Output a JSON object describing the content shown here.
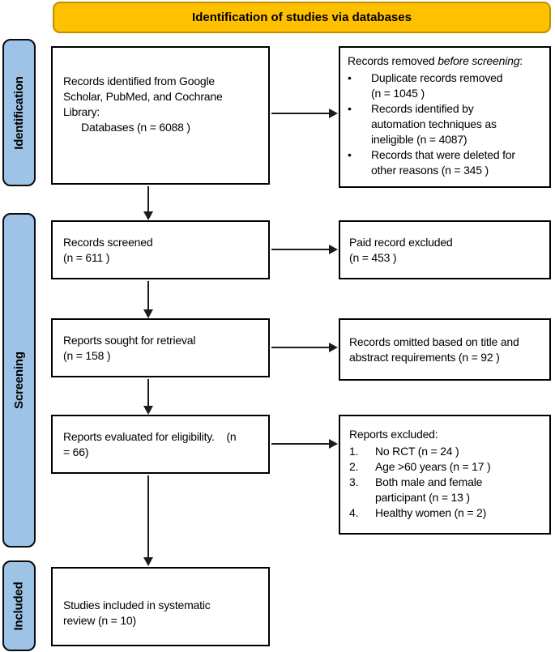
{
  "banner": {
    "label": "Identification of studies via databases"
  },
  "sidebar": {
    "identification": "Identification",
    "screening": "Screening",
    "included": "Included"
  },
  "glyphs": {
    "bullet": "•"
  },
  "boxes": {
    "records_identified": "Records identified from Google\nScholar, PubMed, and Cochrane\nLibrary:\n      Databases (n = 6088 )",
    "records_removed": {
      "title_prefix": "Records removed ",
      "title_italic": "before screening",
      "title_suffix": ":",
      "bullets": [
        "Duplicate records removed\n(n = 1045 )",
        "Records identified by\nautomation techniques as\nineligible (n = 4087)",
        "Records that were deleted for\nother reasons (n = 345 )"
      ]
    },
    "records_screened": "Records screened\n(n = 611 )",
    "paid_excluded": "Paid record excluded\n(n = 453 )",
    "reports_sought": "Reports sought for retrieval\n(n = 158 )",
    "records_omitted": "Records omitted based on title and\nabstract requirements (n = 92 )",
    "reports_evaluated": "Reports evaluated for eligibility.    (n\n= 66)",
    "reports_excluded": {
      "title": "Reports excluded:",
      "markers": [
        "1.",
        "2.",
        "3.",
        "4."
      ],
      "items": [
        "No RCT (n = 24 )",
        "Age >60 years (n = 17 )",
        "Both male and female\nparticipant (n = 13 )",
        "Healthy women (n = 2)"
      ]
    },
    "studies_included": "Studies included in systematic\nreview (n = 10)"
  },
  "colors": {
    "banner_fill": "#FFC000",
    "banner_border": "#BF9000",
    "stage_fill": "#9DC3E6"
  }
}
